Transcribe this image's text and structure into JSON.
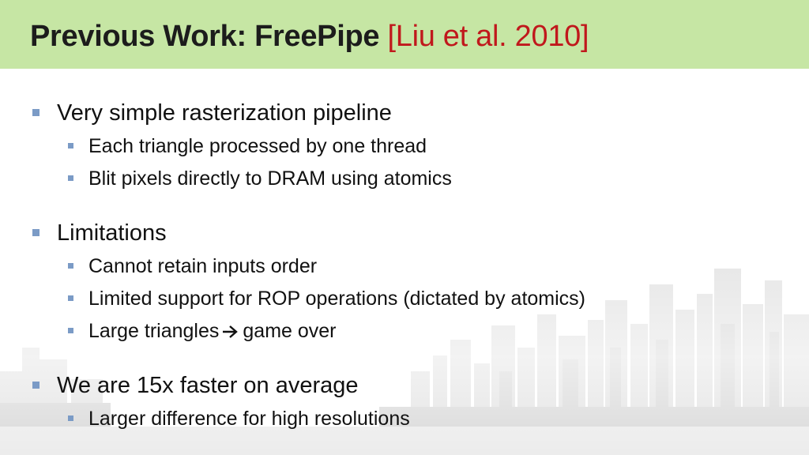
{
  "slide": {
    "title_main": "Previous Work: FreePipe",
    "title_cite": "[Liu et al. 2010]"
  },
  "bullets": [
    {
      "text": "Very simple rasterization pipeline",
      "sub": [
        "Each triangle processed by one thread",
        "Blit pixels directly to DRAM using atomics"
      ]
    },
    {
      "text": "Limitations",
      "sub": [
        "Cannot retain inputs order",
        "Limited support for ROP operations (dictated by atomics)",
        {
          "before": "Large triangles",
          "icon": "arrow-right-icon",
          "after": "game over"
        }
      ]
    },
    {
      "text": "We are 15x faster on average",
      "sub": [
        "Larger difference for high resolutions"
      ]
    }
  ],
  "colors": {
    "title_bar": "#c6e6a4",
    "title_text": "#1c1c1c",
    "citation": "#c0181c",
    "bullet_marker": "#7b9bc6",
    "body_text": "#111111"
  }
}
